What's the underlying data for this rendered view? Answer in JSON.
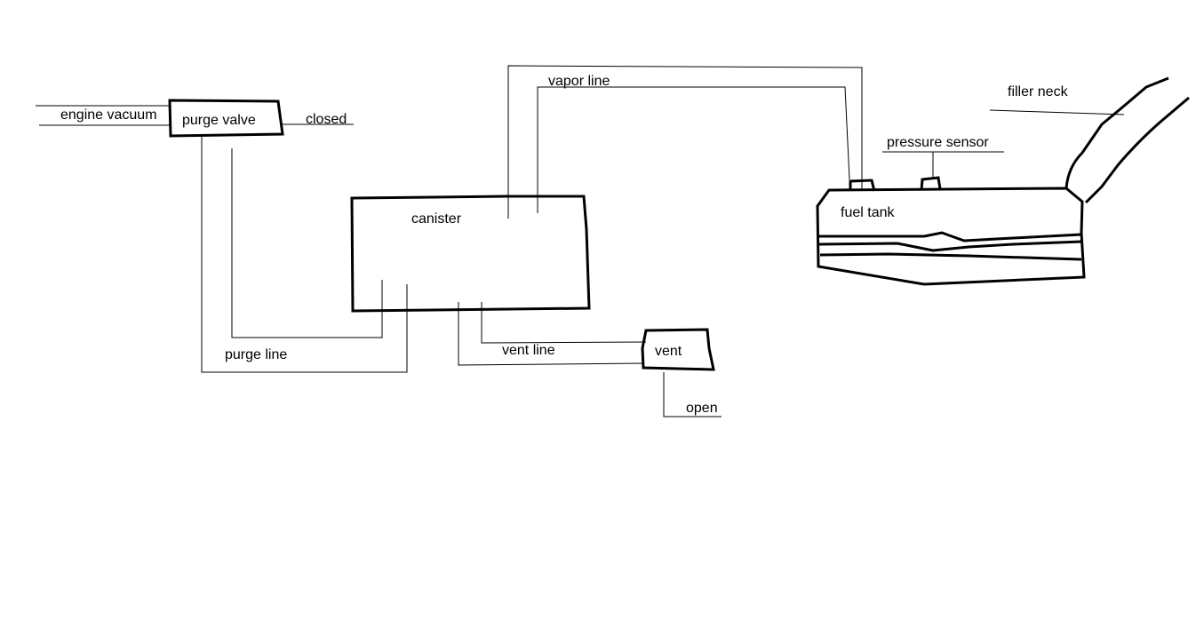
{
  "labels": {
    "engine_vacuum": "engine vacuum",
    "purge_valve": "purge valve",
    "closed": "closed",
    "canister": "canister",
    "vapor_line": "vapor line",
    "purge_line": "purge line",
    "vent_line": "vent line",
    "vent": "vent",
    "open": "open",
    "fuel_tank": "fuel tank",
    "pressure_sensor": "pressure sensor",
    "filler_neck": "filler neck"
  }
}
